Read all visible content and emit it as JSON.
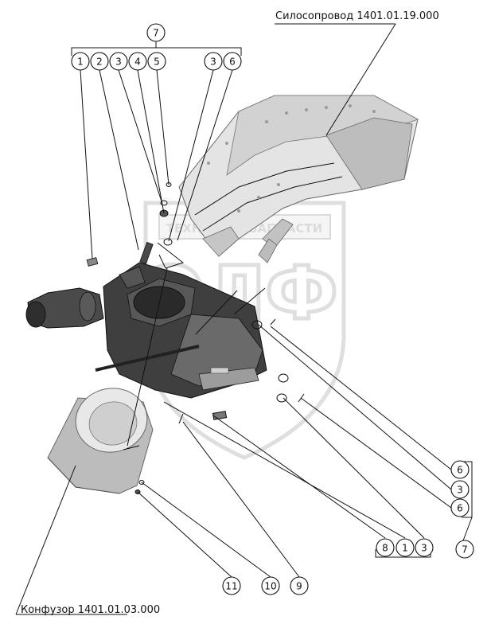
{
  "labels": {
    "top_assembly": "Силосопровод 1401.01.19.000",
    "bottom_assembly": "Конфузор 1401.01.03.000"
  },
  "watermark": {
    "line1": "ТЕХНИКА И ЗАПЧАСТИ",
    "letters": "ЭЛФ"
  },
  "callouts_top": {
    "group": "7",
    "items": [
      "1",
      "2",
      "3",
      "4",
      "5",
      "3",
      "6"
    ]
  },
  "callouts_right": [
    "6",
    "3",
    "6",
    "7"
  ],
  "callouts_bottom_right": [
    "8",
    "1",
    "3"
  ],
  "callouts_bottom": [
    "11",
    "10",
    "9"
  ],
  "colors": {
    "line": "#111111",
    "part_light": "#e6e6e6",
    "part_mid": "#b9b9b9",
    "part_dark": "#3c3c3c",
    "watermark": "#d8d8d8"
  }
}
